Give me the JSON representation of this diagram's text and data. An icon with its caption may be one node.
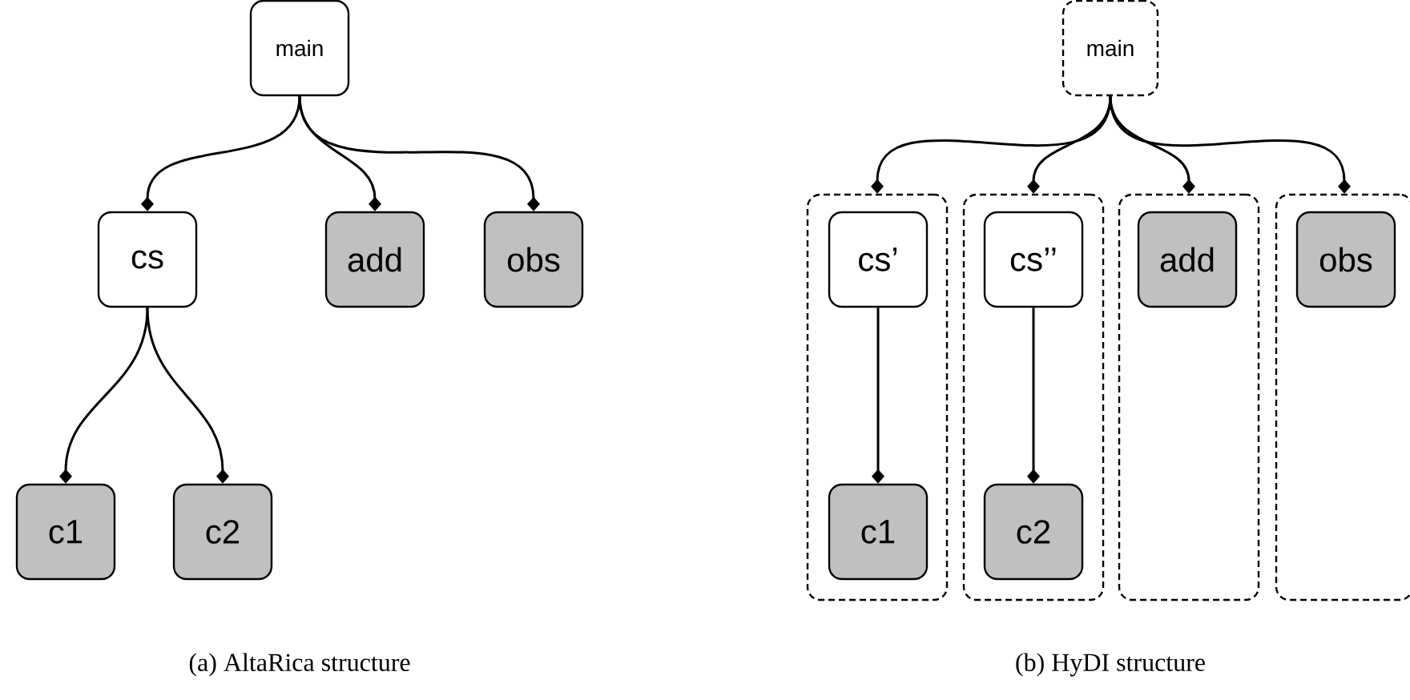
{
  "diagram": {
    "nodes": [
      {
        "text": [
          "main"
        ]
      },
      {
        "text": [
          "cs"
        ]
      },
      {
        "text": [
          "add"
        ]
      },
      {
        "text": [
          "obs"
        ]
      },
      {
        "text": [
          "c1"
        ]
      },
      {
        "text": [
          "c2"
        ]
      },
      {
        "text": [
          "main"
        ]
      },
      {
        "text": [],
        "shape": "box"
      },
      {
        "text": [
          "cs’"
        ],
        "in": 7
      },
      {
        "text": [
          "c1"
        ],
        "in": 7
      },
      {
        "text": [],
        "shape": "box"
      },
      {
        "text": [
          "cs’’"
        ],
        "in": 10
      },
      {
        "text": [
          "c2"
        ],
        "in": 10
      },
      {
        "text": [],
        "shape": "box"
      },
      {
        "text": [
          "add"
        ],
        "in": 13
      },
      {
        "text": [],
        "shape": "box"
      },
      {
        "text": [
          "obs"
        ],
        "in": 15
      }
    ],
    "edges": [
      {
        "from": 0,
        "to": 1,
        "arrow": "other"
      },
      {
        "from": 0,
        "to": 2,
        "arrow": "other"
      },
      {
        "from": 0,
        "to": 3,
        "arrow": "other"
      },
      {
        "from": 1,
        "to": 4,
        "arrow": "other"
      },
      {
        "from": 1,
        "to": 5,
        "arrow": "other"
      },
      {
        "from": 6,
        "to": 7,
        "arrow": "other"
      },
      {
        "from": 6,
        "to": 10,
        "arrow": "other"
      },
      {
        "from": 6,
        "to": 13,
        "arrow": "other"
      },
      {
        "from": 6,
        "to": 15,
        "arrow": "other"
      },
      {
        "from": 8,
        "to": 9,
        "arrow": "other"
      },
      {
        "from": 11,
        "to": 12,
        "arrow": "other"
      }
    ],
    "labels": [
      "(a) AltaRica structure",
      "(b) HyDI structure"
    ]
  }
}
